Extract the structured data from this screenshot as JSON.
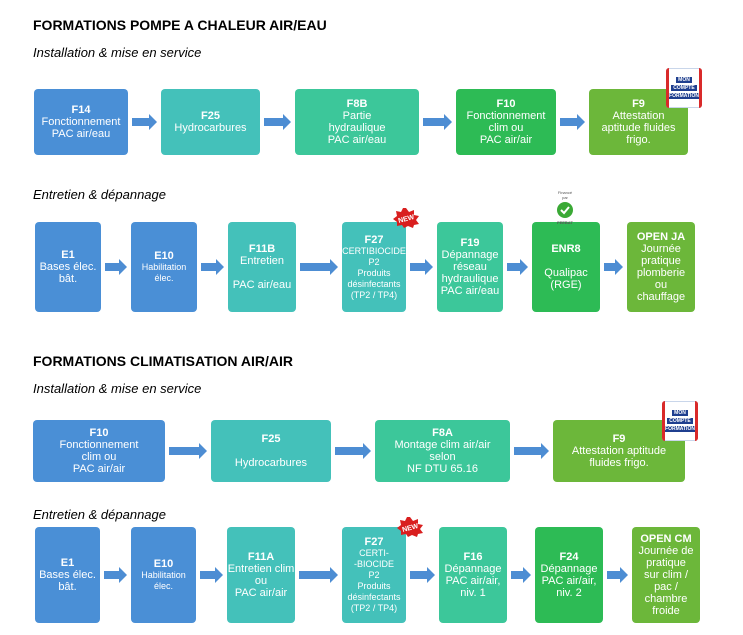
{
  "sections": [
    {
      "title": "FORMATIONS POMPE A CHALEUR AIR/EAU"
    },
    {
      "title": "FORMATIONS CLIMATISATION AIR/AIR"
    }
  ],
  "subtitles": {
    "install": "Installation & mise en service",
    "entretien": "Entretien & dépannage"
  },
  "badges": {
    "mon_compte": [
      "MON",
      "COMPTE",
      "FORMATION"
    ],
    "new": "NEW",
    "feebat": [
      "Financé",
      "par",
      "FEEBAT"
    ]
  },
  "pac_install": [
    {
      "code": "F14",
      "lines": [
        "Fonctionnement",
        "PAC air/eau"
      ]
    },
    {
      "code": "F25",
      "lines": [
        "Hydrocarbures"
      ]
    },
    {
      "code": "F8B",
      "lines": [
        "Partie",
        "hydraulique",
        "PAC air/eau"
      ]
    },
    {
      "code": "F10",
      "lines": [
        "Fonctionnement",
        "clim ou",
        "PAC air/air"
      ]
    },
    {
      "code": "F9",
      "lines": [
        "Attestation",
        "aptitude fluides",
        "frigo."
      ]
    }
  ],
  "pac_entretien": [
    {
      "code": "E1",
      "lines": [
        "Bases élec.",
        "bât."
      ]
    },
    {
      "code": "E10",
      "lines": [
        "Habilitation",
        "élec."
      ]
    },
    {
      "code": "F11B",
      "lines": [
        "Entretien",
        "",
        "PAC air/eau"
      ]
    },
    {
      "code": "F27",
      "lines": [
        "CERTIBIOCIDE",
        "P2",
        "Produits",
        "désinfectants",
        "(TP2 / TP4)"
      ]
    },
    {
      "code": "F19",
      "lines": [
        "Dépannage",
        "réseau",
        "hydraulique",
        "PAC air/eau"
      ]
    },
    {
      "code": "ENR8",
      "lines": [
        "",
        "Qualipac",
        "(RGE)"
      ]
    },
    {
      "code": "OPEN JA",
      "lines": [
        "Journée",
        "pratique",
        "plomberie",
        "ou",
        "chauffage"
      ]
    }
  ],
  "clim_install": [
    {
      "code": "F10",
      "lines": [
        "Fonctionnement",
        "clim ou",
        "PAC air/air"
      ]
    },
    {
      "code": "F25",
      "lines": [
        "",
        "Hydrocarbures"
      ]
    },
    {
      "code": "F8A",
      "lines": [
        "Montage clim air/air",
        "selon",
        "NF DTU 65.16"
      ]
    },
    {
      "code": "F9",
      "lines": [
        "Attestation aptitude",
        "fluides frigo."
      ]
    }
  ],
  "clim_entretien": [
    {
      "code": "E1",
      "lines": [
        "Bases élec.",
        "bât."
      ]
    },
    {
      "code": "E10",
      "lines": [
        "Habilitation",
        "élec."
      ]
    },
    {
      "code": "F11A",
      "lines": [
        "Entretien clim",
        "ou",
        "PAC air/air"
      ]
    },
    {
      "code": "F27",
      "lines": [
        "CERTI-",
        "-BIOCIDE",
        "P2",
        "Produits",
        "désinfectants",
        "(TP2 / TP4)"
      ]
    },
    {
      "code": "F16",
      "lines": [
        "Dépannage",
        "PAC air/air,",
        "niv. 1"
      ]
    },
    {
      "code": "F24",
      "lines": [
        "Dépannage",
        "PAC air/air,",
        "niv. 2"
      ]
    },
    {
      "code": "OPEN CM",
      "lines": [
        "Journée de",
        "pratique",
        "sur clim /",
        "pac /",
        "chambre",
        "froide"
      ]
    }
  ]
}
